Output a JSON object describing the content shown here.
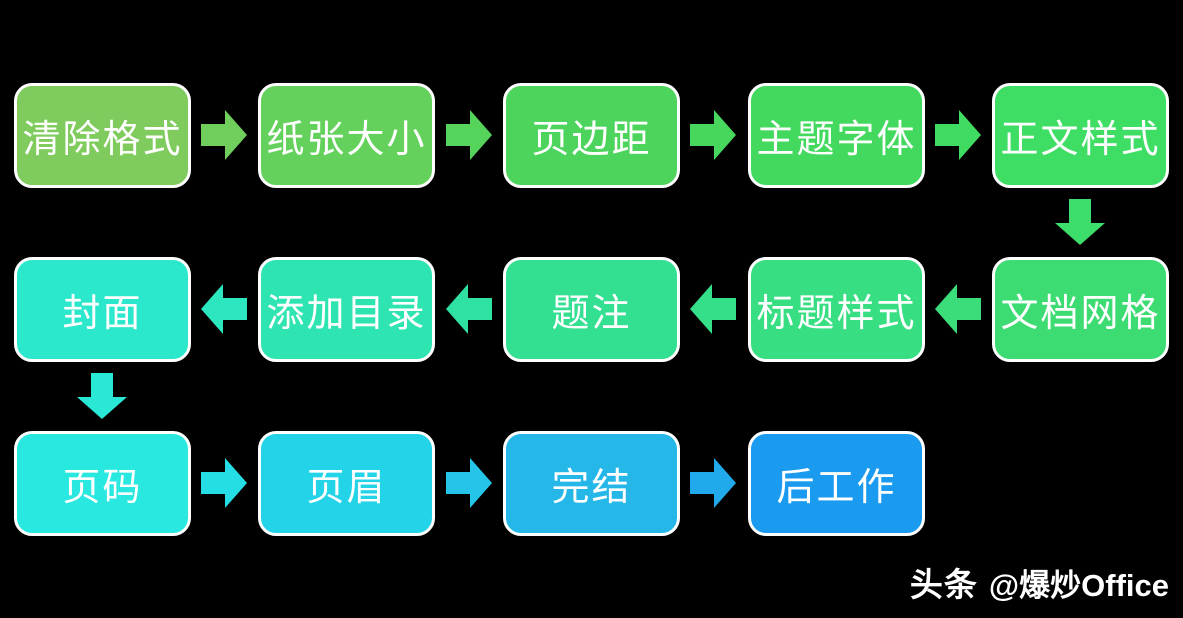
{
  "canvas": {
    "background": "#000000"
  },
  "flow": {
    "row1": {
      "direction": "right",
      "boxes": [
        {
          "label": "清除格式",
          "color": "#7fcb5e"
        },
        {
          "label": "纸张大小",
          "color": "#63d15b"
        },
        {
          "label": "页边距",
          "color": "#4cd45c"
        },
        {
          "label": "主题字体",
          "color": "#43d95f"
        },
        {
          "label": "正文样式",
          "color": "#3edd64"
        }
      ],
      "arrows": [
        {
          "color": "#70ce5c"
        },
        {
          "color": "#56d35b"
        },
        {
          "color": "#47d75d"
        },
        {
          "color": "#40db61"
        }
      ]
    },
    "connector1": {
      "direction": "down",
      "color": "#3ddd6b"
    },
    "row2": {
      "direction": "left",
      "boxes": [
        {
          "label": "封面",
          "color": "#2be8cd"
        },
        {
          "label": "添加目录",
          "color": "#2ee4b0"
        },
        {
          "label": "题注",
          "color": "#33e092"
        },
        {
          "label": "标题样式",
          "color": "#38de82"
        },
        {
          "label": "文档网格",
          "color": "#3cdc72"
        }
      ],
      "arrows": [
        {
          "color": "#2ce6bf"
        },
        {
          "color": "#30e2a1"
        },
        {
          "color": "#35df8a"
        },
        {
          "color": "#3add7a"
        }
      ]
    },
    "connector2": {
      "direction": "down",
      "color": "#29e8d6"
    },
    "row3": {
      "direction": "right",
      "boxes": [
        {
          "label": "页码",
          "color": "#28e8e0"
        },
        {
          "label": "页眉",
          "color": "#23d3e8"
        },
        {
          "label": "完结",
          "color": "#25b7e8"
        },
        {
          "label": "后工作",
          "color": "#1b9bef"
        }
      ],
      "arrows": [
        {
          "color": "#25dee5"
        },
        {
          "color": "#24c5e8"
        },
        {
          "color": "#20a9eb"
        }
      ]
    }
  },
  "watermark": {
    "brand": "头条",
    "handle": "@爆炒Office",
    "color": "#ffffff"
  }
}
